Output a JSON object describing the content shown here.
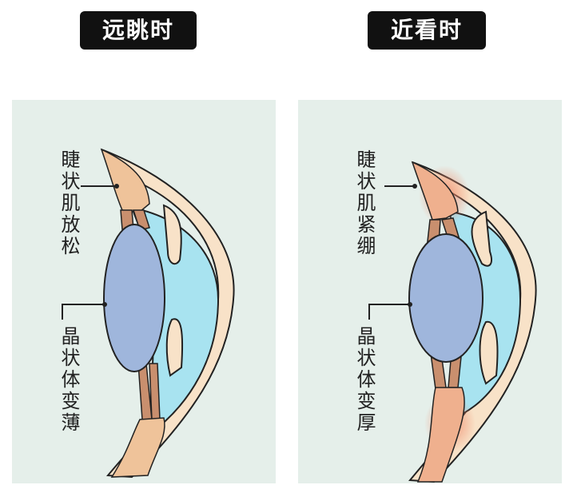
{
  "far": {
    "title": "远眺时",
    "muscle_label": "睫状肌放松",
    "lens_label": "晶状体变薄"
  },
  "near": {
    "title": "近看时",
    "muscle_label": "睫状肌紧绷",
    "lens_label": "晶状体变厚"
  },
  "colors": {
    "background": "#e5efea",
    "lens": "#9fb6dc",
    "chamber": "#a8e3f0",
    "sclera": "#f8e2c8",
    "ciliary": "#efc39a",
    "strain": "#f08a6a"
  }
}
